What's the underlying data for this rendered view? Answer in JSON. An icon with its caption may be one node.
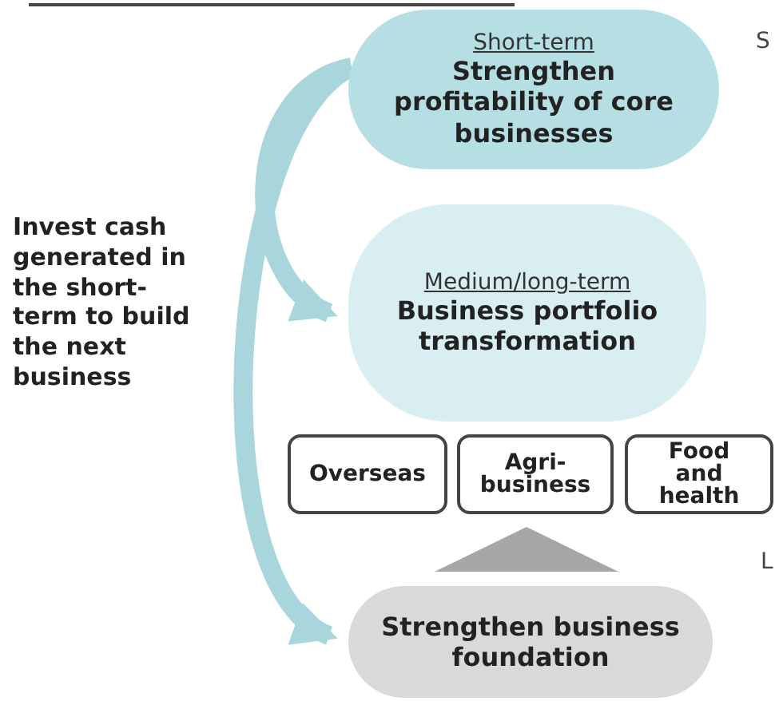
{
  "diagram": {
    "nodes": [
      {
        "text": [
          "Short-term",
          "Strengthen profitability of core businesses"
        ]
      },
      {
        "text": [
          "Medium/long-term",
          "Business portfolio transformation"
        ]
      },
      {
        "text": [
          "Overseas"
        ]
      },
      {
        "text": [
          "Agri-business"
        ]
      },
      {
        "text": [
          "Food and health"
        ]
      },
      {
        "text": [
          "Strengthen business foundation"
        ]
      },
      {
        "text": [],
        "shape": "triangle"
      }
    ],
    "edges": [
      {
        "from": 0,
        "to": 1,
        "arrow": "to"
      },
      {
        "from": 0,
        "to": 5,
        "arrow": "to"
      }
    ],
    "labels": [
      "Invest cash generated in the short-term to build the next business",
      "S",
      "L"
    ]
  }
}
